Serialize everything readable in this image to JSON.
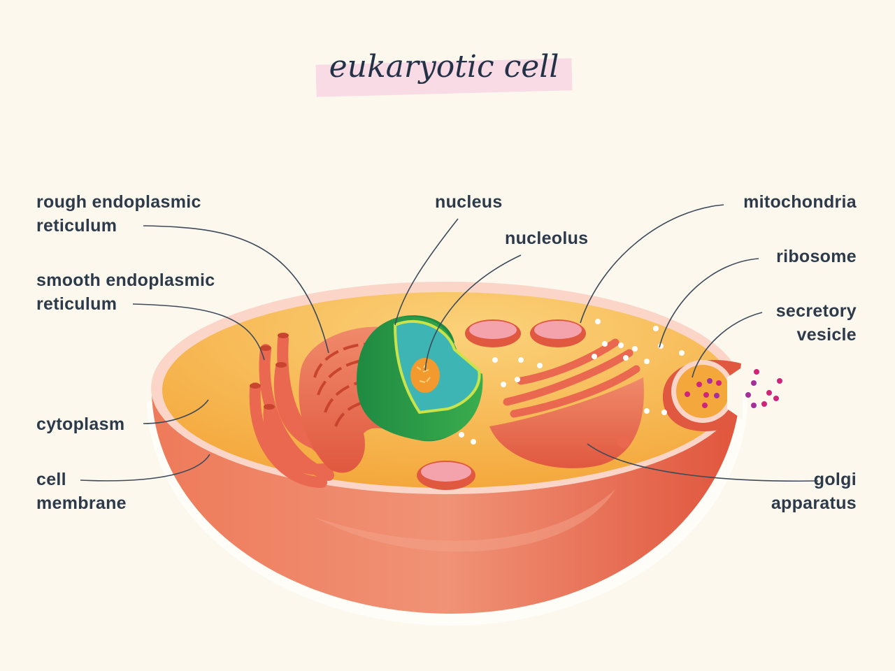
{
  "title": "eukaryotic cell",
  "labels": {
    "rough_er": [
      "rough endoplasmic",
      "reticulum"
    ],
    "smooth_er": [
      "smooth endoplasmic",
      "reticulum"
    ],
    "cytoplasm": "cytoplasm",
    "cell_membrane": [
      "cell",
      "membrane"
    ],
    "nucleus": "nucleus",
    "nucleolus": "nucleolus",
    "mitochondria": "mitochondria",
    "ribosome": "ribosome",
    "secretory_vesicle": [
      "secretory",
      "vesicle"
    ],
    "golgi": [
      "golgi",
      "apparatus"
    ]
  },
  "colors": {
    "background": "#fdf8ee",
    "membrane": "#ee7f5f",
    "cytoplasm": "#f7b54a",
    "organelle": "#e9684f",
    "nucleus": "#2c9a4a",
    "nucleoplasm": "#3db5b5",
    "text": "#2c3a4a"
  }
}
